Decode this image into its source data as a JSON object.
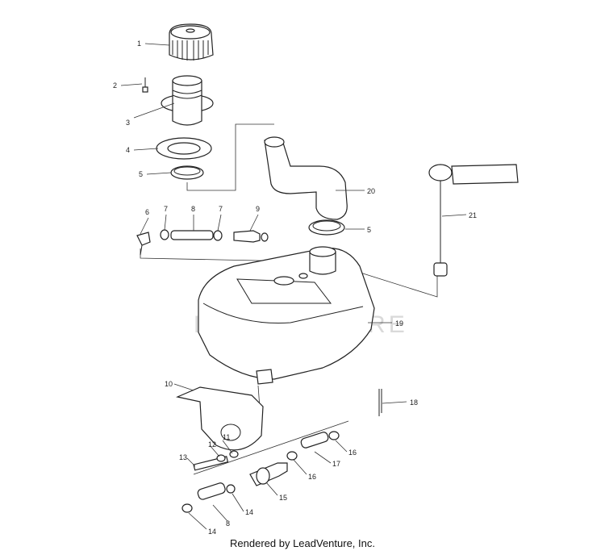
{
  "watermark": "LEADVENTURE",
  "footer": "Rendered by LeadVenture, Inc.",
  "callouts": {
    "c1": "1",
    "c2": "2",
    "c3": "3",
    "c4": "4",
    "c5a": "5",
    "c6": "6",
    "c7a": "7",
    "c8a": "8",
    "c7b": "7",
    "c9": "9",
    "c20": "20",
    "c5b": "5",
    "c21": "21",
    "c19": "19",
    "c10": "10",
    "c18": "18",
    "c11": "11",
    "c12": "12",
    "c13": "13",
    "c16a": "16",
    "c17": "17",
    "c16b": "16",
    "c15": "15",
    "c14a": "14",
    "c14b": "14",
    "c8b": "8"
  }
}
